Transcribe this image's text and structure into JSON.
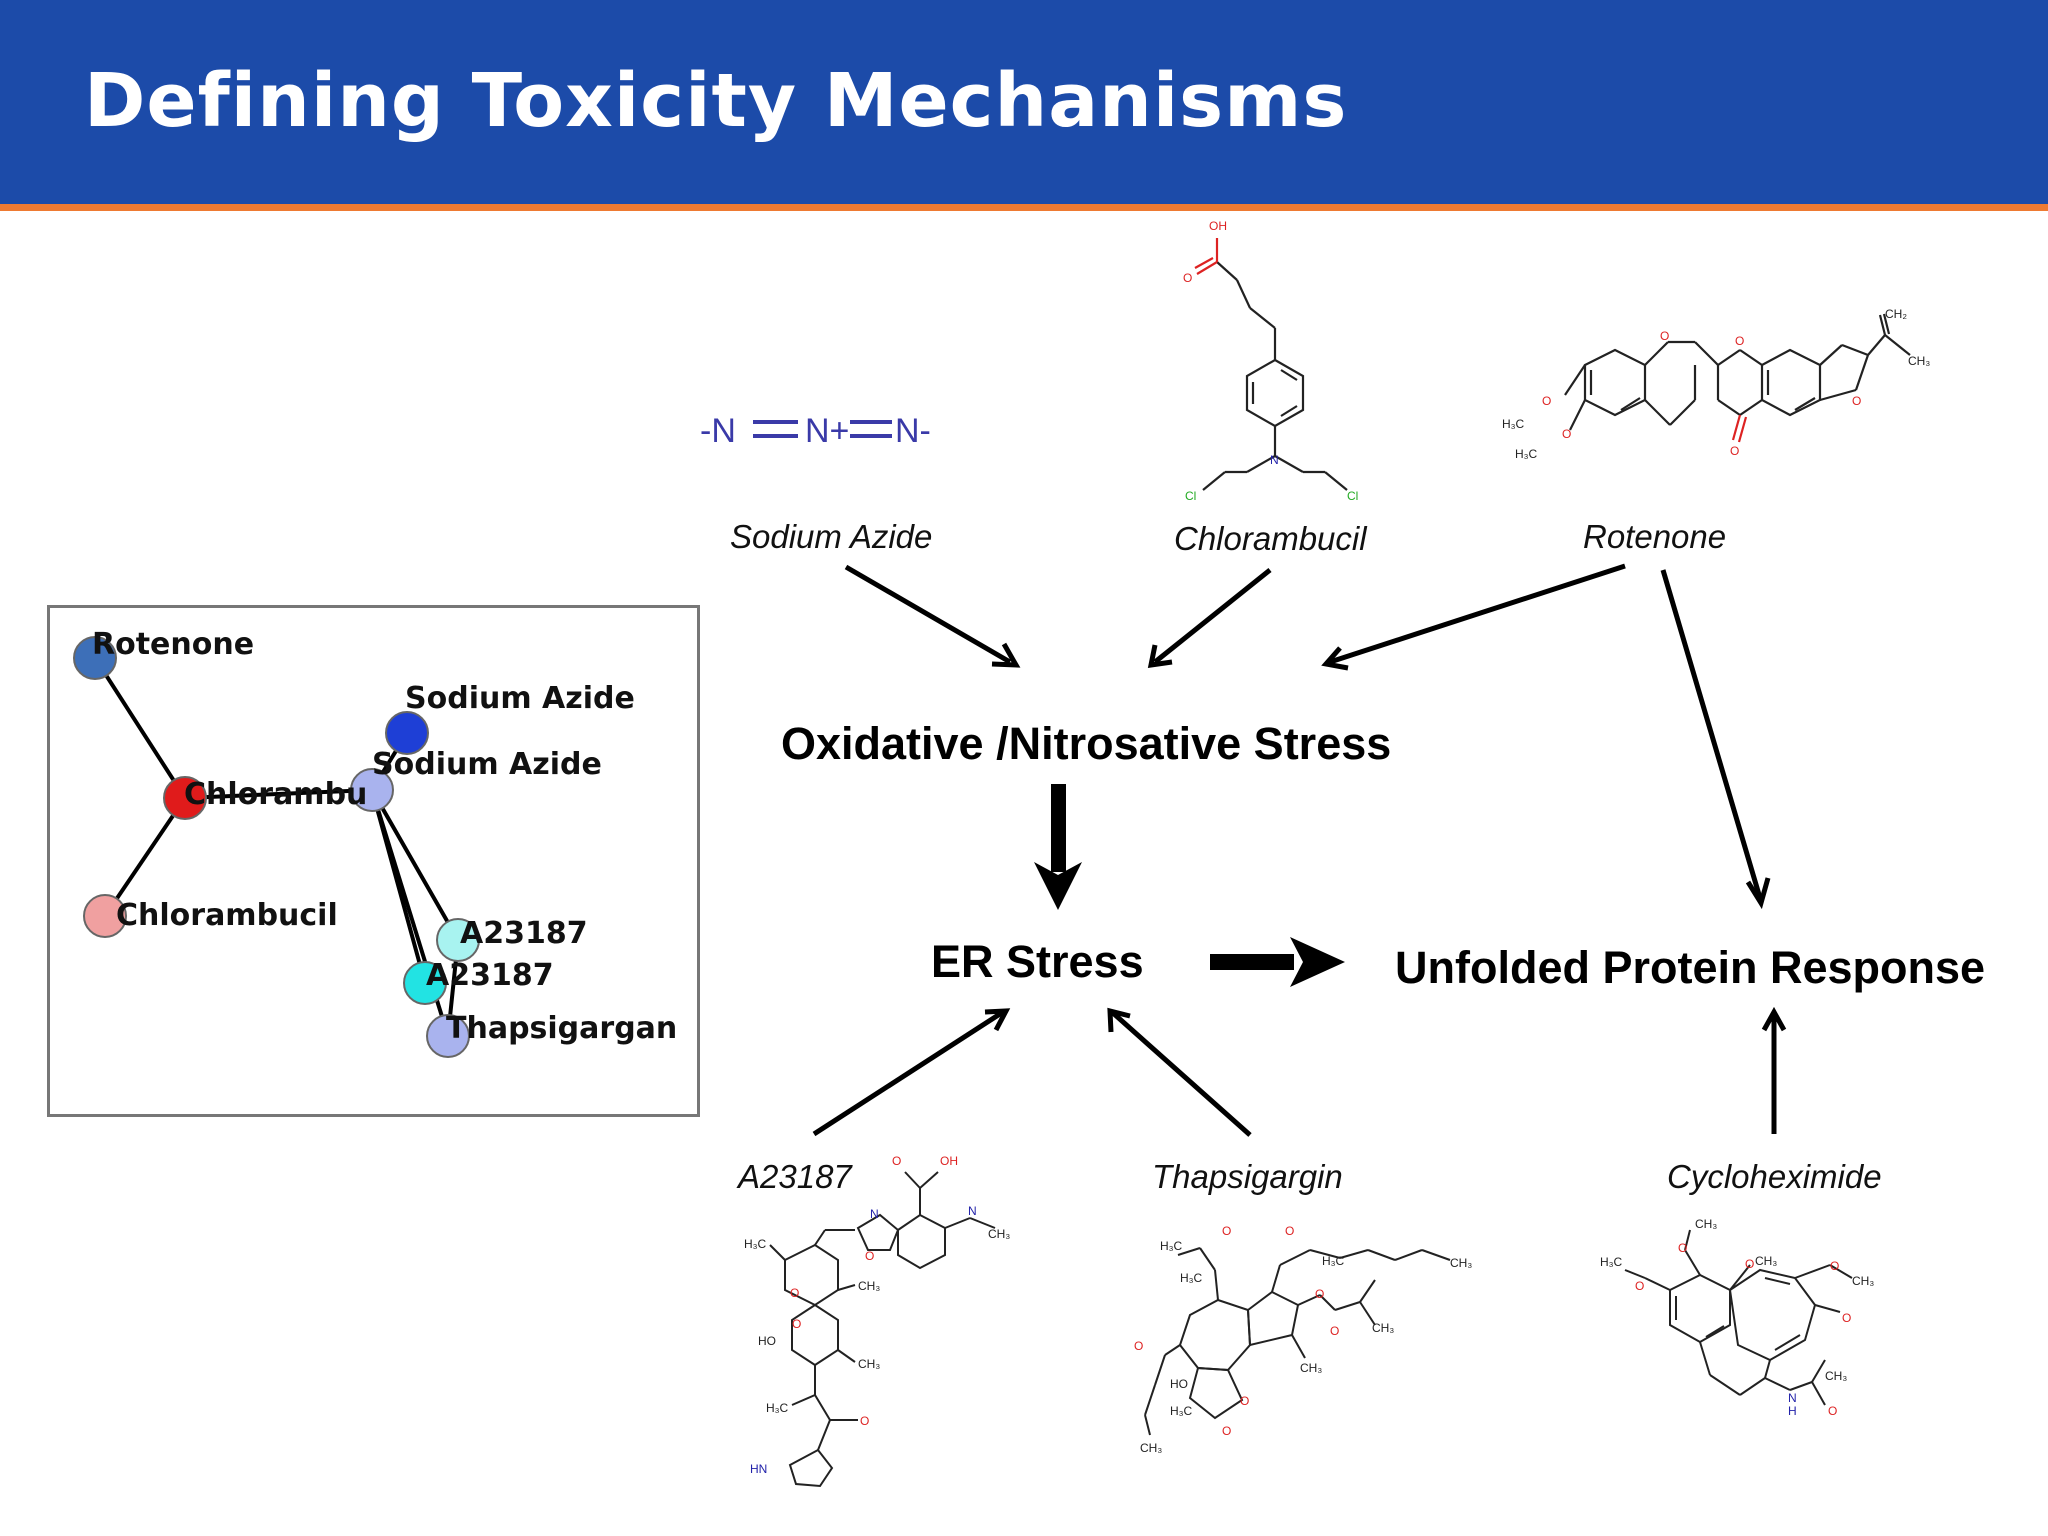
{
  "slide": {
    "title": "Defining Toxicity Mechanisms",
    "header_color": "#1c4ba9",
    "accent_color": "#ee7a32"
  },
  "compounds": {
    "sodium_azide": "Sodium Azide",
    "chlorambucil": "Chlorambucil",
    "rotenone": "Rotenone",
    "a23187": "A23187",
    "thapsigargin": "Thapsigargin",
    "cycloheximide": "Cycloheximide"
  },
  "mechanisms": {
    "oxidative": "Oxidative /Nitrosative Stress",
    "er_stress": "ER Stress",
    "upr": "Unfolded Protein Response"
  },
  "azide_formula": {
    "n_minus_left": "-N",
    "n_plus": "N+",
    "n_minus_right": "N-"
  },
  "network": {
    "nodes": [
      {
        "label": "Rotenone",
        "color": "#3d6fb8"
      },
      {
        "label": "Sodium Azide",
        "color": "#1e3fd6"
      },
      {
        "label": "Chlorambu",
        "color": "#e01b1b"
      },
      {
        "label": "Sodium Azide",
        "color": "#a9b3ee"
      },
      {
        "label": "Chlorambucil",
        "color": "#f0a0a0"
      },
      {
        "label": "A23187",
        "color": "#a8f3f0"
      },
      {
        "label": "A23187",
        "color": "#22e3e3"
      },
      {
        "label": "Thapsigargan",
        "color": "#a9b3ee"
      }
    ]
  }
}
